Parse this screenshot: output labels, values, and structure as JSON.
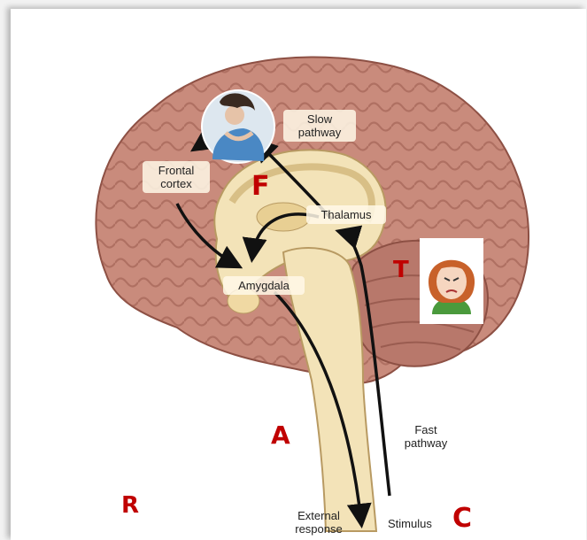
{
  "labels": {
    "slow_pathway": "Slow pathway",
    "frontal_cortex": "Frontal cortex",
    "thalamus": "Thalamus",
    "amygdala": "Amygdala",
    "fast_pathway": "Fast pathway",
    "external_response": "External response",
    "stimulus": "Stimulus"
  },
  "letters": {
    "f": "F",
    "t": "T",
    "a": "A",
    "r": "R",
    "c": "C"
  },
  "colors": {
    "letter": "#c00000",
    "brain": "#c98b7c",
    "brain_dark": "#9e5d50",
    "inner": "#f3e3b8",
    "cerebellum": "#b8786b"
  }
}
